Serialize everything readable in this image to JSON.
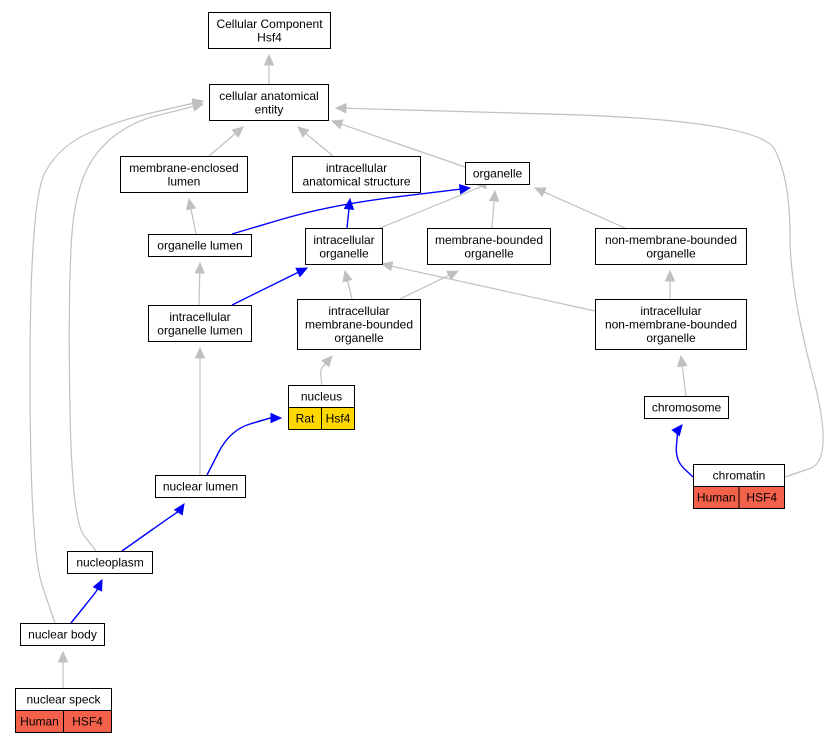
{
  "nodes": {
    "root": {
      "lines": [
        "Cellular Component",
        "Hsf4"
      ]
    },
    "cae": {
      "lines": [
        "cellular anatomical",
        "entity"
      ]
    },
    "mel": {
      "lines": [
        "membrane-enclosed",
        "lumen"
      ]
    },
    "ias": {
      "lines": [
        "intracellular",
        "anatomical structure"
      ]
    },
    "org": {
      "lines": [
        "organelle"
      ]
    },
    "orglumen": {
      "lines": [
        "organelle lumen"
      ]
    },
    "intorg": {
      "lines": [
        "intracellular",
        "organelle"
      ]
    },
    "mbo": {
      "lines": [
        "membrane-bounded",
        "organelle"
      ]
    },
    "nmbo": {
      "lines": [
        "non-membrane-bounded",
        "organelle"
      ]
    },
    "iol": {
      "lines": [
        "intracellular",
        "organelle lumen"
      ]
    },
    "imbo": {
      "lines": [
        "intracellular",
        "membrane-bounded",
        "organelle"
      ]
    },
    "inmbo": {
      "lines": [
        "intracellular",
        "non-membrane-bounded",
        "organelle"
      ]
    },
    "nucleus": {
      "lines": [
        "nucleus"
      ],
      "annotation": {
        "species": "Rat",
        "gene": "Hsf4",
        "color": "#ffd700"
      }
    },
    "chromosome": {
      "lines": [
        "chromosome"
      ]
    },
    "chromatin": {
      "lines": [
        "chromatin"
      ],
      "annotation": {
        "species": "Human",
        "gene": "HSF4",
        "color": "#f4614a"
      }
    },
    "nuclum": {
      "lines": [
        "nuclear lumen"
      ]
    },
    "nucleoplasm": {
      "lines": [
        "nucleoplasm"
      ]
    },
    "nucbody": {
      "lines": [
        "nuclear body"
      ]
    },
    "speck": {
      "lines": [
        "nuclear speck"
      ],
      "annotation": {
        "species": "Human",
        "gene": "HSF4",
        "color": "#f4614a"
      }
    }
  },
  "edges": [
    {
      "from": "cae",
      "to": "root",
      "color": "gray"
    },
    {
      "from": "mel",
      "to": "cae",
      "color": "gray"
    },
    {
      "from": "ias",
      "to": "cae",
      "color": "gray"
    },
    {
      "from": "org",
      "to": "cae",
      "color": "gray"
    },
    {
      "from": "chromatin",
      "to": "cae",
      "color": "gray"
    },
    {
      "from": "nucleoplasm",
      "to": "cae",
      "color": "gray"
    },
    {
      "from": "nucbody",
      "to": "cae",
      "color": "gray"
    },
    {
      "from": "orglumen",
      "to": "mel",
      "color": "gray"
    },
    {
      "from": "orglumen",
      "to": "org",
      "color": "blue"
    },
    {
      "from": "intorg",
      "to": "ias",
      "color": "blue"
    },
    {
      "from": "intorg",
      "to": "org",
      "color": "gray"
    },
    {
      "from": "mbo",
      "to": "org",
      "color": "gray"
    },
    {
      "from": "nmbo",
      "to": "org",
      "color": "gray"
    },
    {
      "from": "iol",
      "to": "orglumen",
      "color": "gray"
    },
    {
      "from": "iol",
      "to": "intorg",
      "color": "blue"
    },
    {
      "from": "imbo",
      "to": "intorg",
      "color": "gray"
    },
    {
      "from": "imbo",
      "to": "mbo",
      "color": "gray"
    },
    {
      "from": "inmbo",
      "to": "intorg",
      "color": "gray"
    },
    {
      "from": "inmbo",
      "to": "nmbo",
      "color": "gray"
    },
    {
      "from": "nucleus",
      "to": "imbo",
      "color": "gray"
    },
    {
      "from": "chromosome",
      "to": "inmbo",
      "color": "gray"
    },
    {
      "from": "chromatin",
      "to": "chromosome",
      "color": "blue"
    },
    {
      "from": "nuclum",
      "to": "iol",
      "color": "gray"
    },
    {
      "from": "nuclum",
      "to": "nucleus",
      "color": "blue"
    },
    {
      "from": "nucleoplasm",
      "to": "nuclum",
      "color": "blue"
    },
    {
      "from": "nucbody",
      "to": "nucleoplasm",
      "color": "blue"
    },
    {
      "from": "speck",
      "to": "nucbody",
      "color": "gray"
    }
  ]
}
